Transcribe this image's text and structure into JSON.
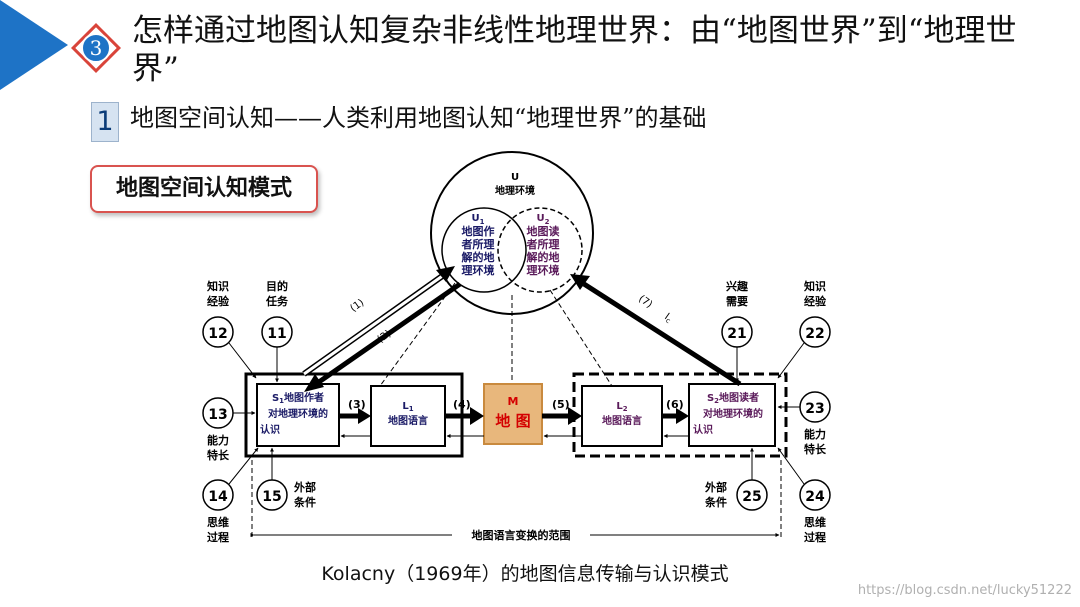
{
  "header": {
    "badge_number": "3",
    "title": "怎样通过地图认知复杂非线性地理世界：由“地图世界”到“地理世界”",
    "sub_number": "1",
    "subtitle": "地图空间认知——人类利用地图认知“地理世界”的基础"
  },
  "mode_label": "地图空间认知模式",
  "diagram": {
    "u_symbol": "U",
    "u_label": "地理环境",
    "u1": {
      "symbol": "U",
      "sub": "1",
      "lines": [
        "地图作",
        "者所理",
        "解的地",
        "理环境"
      ]
    },
    "u2": {
      "symbol": "U",
      "sub": "2",
      "lines": [
        "地图读",
        "者所理",
        "解的地",
        "理环境"
      ]
    },
    "s1": {
      "symbol": "S",
      "sub": "1",
      "lines": [
        "地图作者",
        "对地理环境的",
        "认识"
      ]
    },
    "l1": {
      "symbol": "L",
      "sub": "1",
      "label": "地图语言"
    },
    "m": {
      "symbol": "M",
      "label": "地  图"
    },
    "l2": {
      "symbol": "L",
      "sub": "2",
      "label": "地图语言"
    },
    "s2": {
      "symbol": "S",
      "sub": "2",
      "lines": [
        "地图读者",
        "对地理环境的",
        "认识"
      ]
    },
    "arrow_labels": {
      "a1": "(1)",
      "a2": "(2)",
      "a3": "(3)",
      "a4": "(4)",
      "a5": "(5)",
      "a6": "(6)",
      "a7": "(7)",
      "ic": "I",
      "ic_sub": "c"
    },
    "factors": [
      {
        "num": "12",
        "lines": [
          "知识",
          "经验"
        ]
      },
      {
        "num": "11",
        "lines": [
          "目的",
          "任务"
        ]
      },
      {
        "num": "13",
        "lines": [
          "能力",
          "特长"
        ]
      },
      {
        "num": "14",
        "lines": [
          "思维",
          "过程"
        ]
      },
      {
        "num": "15",
        "lines": [
          "外部",
          "条件"
        ]
      },
      {
        "num": "21",
        "lines": [
          "兴趣",
          "需要"
        ]
      },
      {
        "num": "22",
        "lines": [
          "知识",
          "经验"
        ]
      },
      {
        "num": "23",
        "lines": [
          "能力",
          "特长"
        ]
      },
      {
        "num": "24",
        "lines": [
          "思维",
          "过程"
        ]
      },
      {
        "num": "25",
        "lines": [
          "外部",
          "条件"
        ]
      }
    ],
    "range_label": "地图语言变换的范围",
    "colors": {
      "navy": "#1a1a66",
      "purple": "#5a1a5a",
      "map_fill": "#e8b77c",
      "map_text": "#d40000",
      "accent": "#1e73c6"
    }
  },
  "caption": "Kolacny（1969年）的地图信息传输与认识模式",
  "watermark": "https://blog.csdn.net/lucky51222"
}
